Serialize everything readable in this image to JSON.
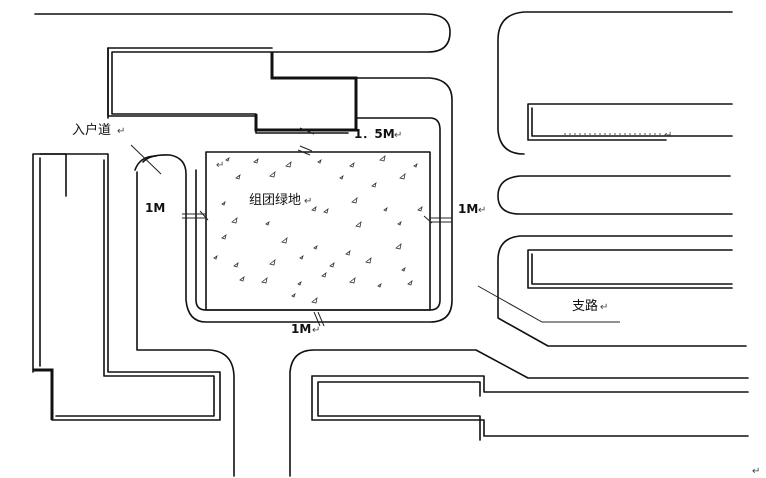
{
  "labels": {
    "entrance_road": "入户道",
    "cluster_green": "组团绿地",
    "branch_road": "支路",
    "width_top": "1．5M",
    "width_left": "1M",
    "width_right": "1M",
    "width_bottom": "1M"
  },
  "return_mark": "↵"
}
